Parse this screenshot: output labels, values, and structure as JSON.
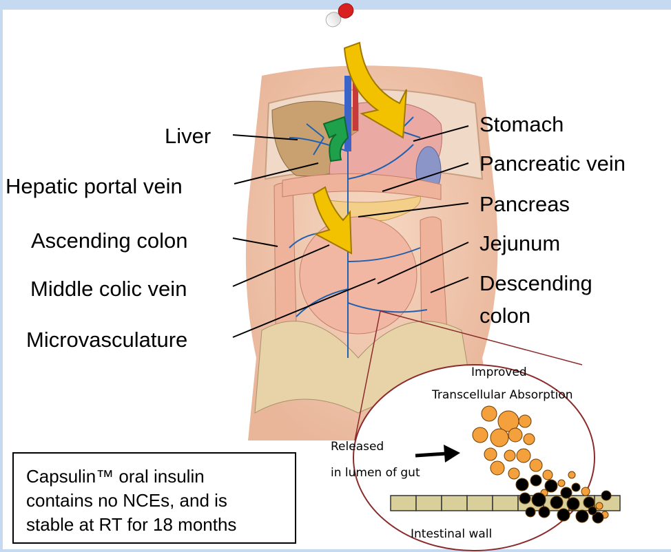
{
  "labels": {
    "liver": "Liver",
    "hepatic_portal_vein": "Hepatic portal vein",
    "ascending_colon": "Ascending colon",
    "middle_colic_vein": "Middle colic vein",
    "microvasculature": "Microvasculature",
    "stomach": "Stomach",
    "pancreatic_vein": "Pancreatic vein",
    "pancreas": "Pancreas",
    "jejunum": "Jejunum",
    "descending_colon_line1": "Descending",
    "descending_colon_line2": "colon"
  },
  "inset": {
    "title_line1": "Improved",
    "title_line2": "Transcellular Absorption",
    "released_line1": "Released",
    "released_line2": "in lumen of gut",
    "intestinal_wall": "Intestinal wall"
  },
  "callout": {
    "line1": "Capsulin™ oral insulin",
    "line2": "contains no NCEs, and is",
    "line3": "stable at RT for 18 months"
  },
  "colors": {
    "frame": "#c5d9f1",
    "arrow_yellow": "#f2c200",
    "arrow_green": "#1fa04a",
    "particle_orange": "#f4a03c",
    "particle_black": "#000000",
    "wall": "#d8cf9a",
    "inset_outline": "#8b2a2a"
  }
}
